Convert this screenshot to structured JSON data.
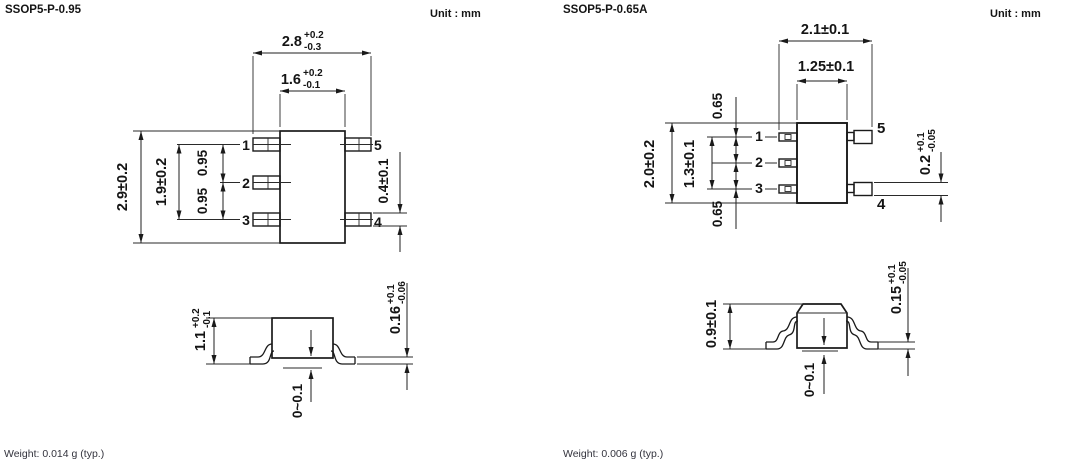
{
  "left_package": {
    "title": "SSOP5-P-0.95",
    "unit_label": "Unit : mm",
    "weight_label": "Weight: 0.014 g (typ.)",
    "pins": {
      "p1": "1",
      "p2": "2",
      "p3": "3",
      "p4": "4",
      "p5": "5"
    },
    "dims": {
      "lead_span": {
        "value": "2.8",
        "tol_plus": "+0.2",
        "tol_minus": "-0.3"
      },
      "body_width": {
        "value": "1.6",
        "tol_plus": "+0.2",
        "tol_minus": "-0.1"
      },
      "body_length": "2.9±0.2",
      "outer_pin_span": "1.9±0.2",
      "pitch_upper": "0.95",
      "pitch_lower": "0.95",
      "lead_width": "0.4±0.1",
      "body_height": {
        "value": "1.1",
        "tol_plus": "+0.2",
        "tol_minus": "-0.1"
      },
      "lead_thickness": {
        "value": "0.16",
        "tol_plus": "+0.1",
        "tol_minus": "-0.06"
      },
      "standoff": "0~0.1"
    }
  },
  "right_package": {
    "title": "SSOP5-P-0.65A",
    "unit_label": "Unit : mm",
    "weight_label": "Weight: 0.006 g (typ.)",
    "pins": {
      "p1": "1",
      "p2": "2",
      "p3": "3",
      "p4": "4",
      "p5": "5"
    },
    "dims": {
      "lead_span": "2.1±0.1",
      "body_width": "1.25±0.1",
      "body_length": "2.0±0.2",
      "outer_pin_span": "1.3±0.1",
      "pitch_upper": "0.65",
      "pitch_lower": "0.65",
      "lead_width": {
        "value": "0.2",
        "tol_plus": "+0.1",
        "tol_minus": "-0.05"
      },
      "body_height": "0.9±0.1",
      "lead_thickness": {
        "value": "0.15",
        "tol_plus": "+0.1",
        "tol_minus": "-0.05"
      },
      "standoff": "0~0.1"
    }
  }
}
